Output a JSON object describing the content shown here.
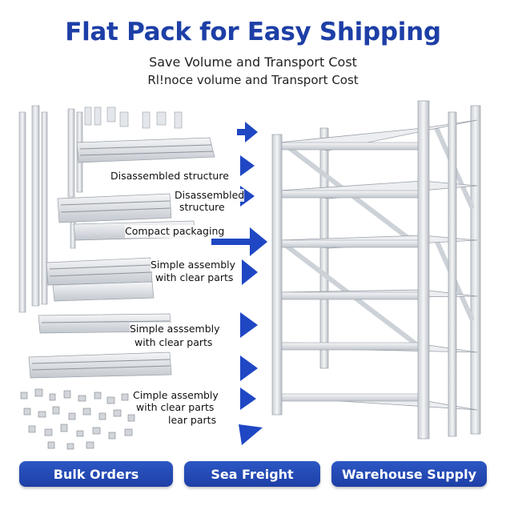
{
  "header": {
    "title": "Flat Pack for Easy Shipping",
    "subtitle": "Save Volume and Transport Cost",
    "subtitle_garbled": "Rl!noce volume and Transport Cost"
  },
  "labels": {
    "l1": "Disassembled structure",
    "l2": "Disassembled",
    "l3": "structure",
    "l4": "Compact packaging",
    "l5": "Simple assembly",
    "l6": "with clear parts",
    "l7": "Simple asssembly",
    "l8": "with clear parts",
    "l9": "Cimple assembly",
    "l10": "with clear parts",
    "l11": "lear parts"
  },
  "buttons": {
    "bulk": "Bulk Orders",
    "sea": "Sea Freight",
    "warehouse": "Warehouse Supply"
  },
  "colors": {
    "brand_blue": "#1d3fa6",
    "arrow_blue": "#1f47c4",
    "steel": "#d9dde2"
  }
}
